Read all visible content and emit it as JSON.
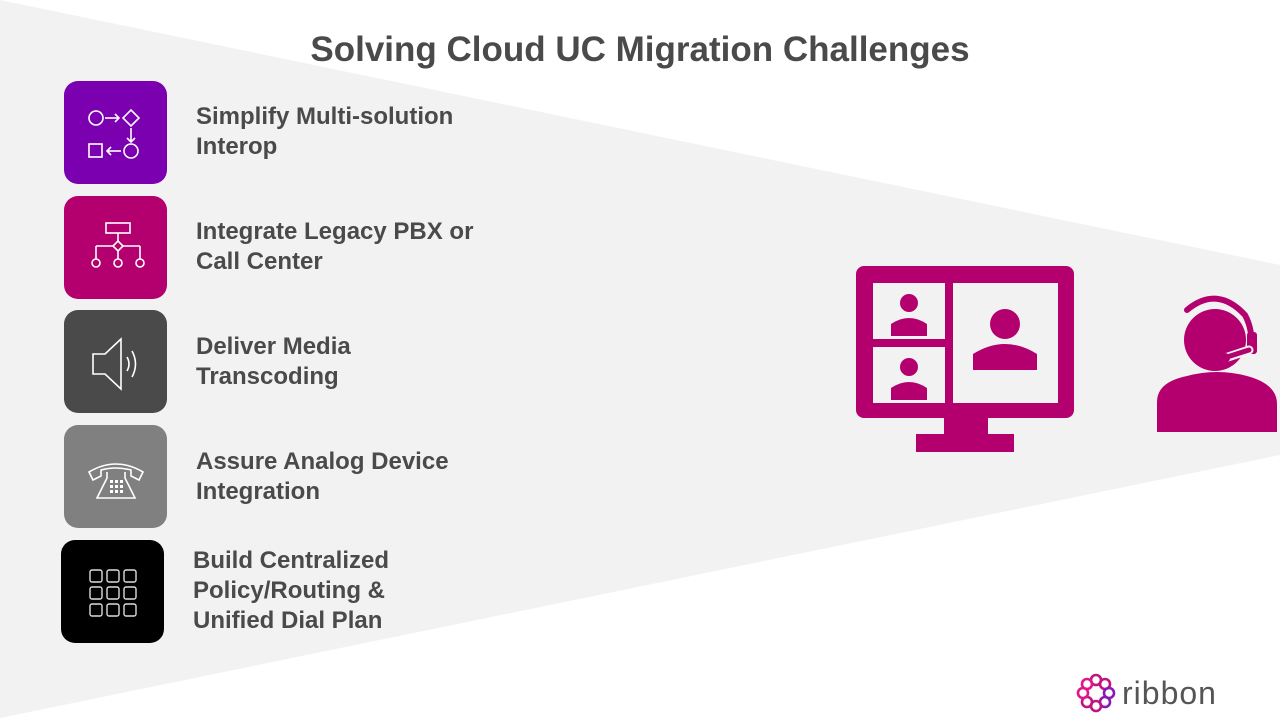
{
  "slide": {
    "title": "Solving Cloud UC Migration Challenges",
    "items": [
      {
        "icon": "flowchart-icon",
        "color": "#7b00b0",
        "lines": [
          "Simplify Multi-solution",
          "Interop"
        ]
      },
      {
        "icon": "hierarchy-icon",
        "color": "#b4006e",
        "lines": [
          "Integrate Legacy PBX or",
          "Call Center"
        ]
      },
      {
        "icon": "speaker-icon",
        "color": "#4a4a4a",
        "lines": [
          "Deliver Media",
          "Transcoding"
        ]
      },
      {
        "icon": "telephone-icon",
        "color": "#808080",
        "lines": [
          "Assure Analog Device",
          "Integration"
        ]
      },
      {
        "icon": "keypad-icon",
        "color": "#000000",
        "lines": [
          "Build Centralized",
          "Policy/Routing &",
          "Unified Dial Plan"
        ]
      }
    ],
    "illustrations": [
      "video-conference-monitor-icon",
      "headset-agent-icon"
    ],
    "accent_color": "#b4006e",
    "brand": {
      "name": "ribbon"
    }
  }
}
